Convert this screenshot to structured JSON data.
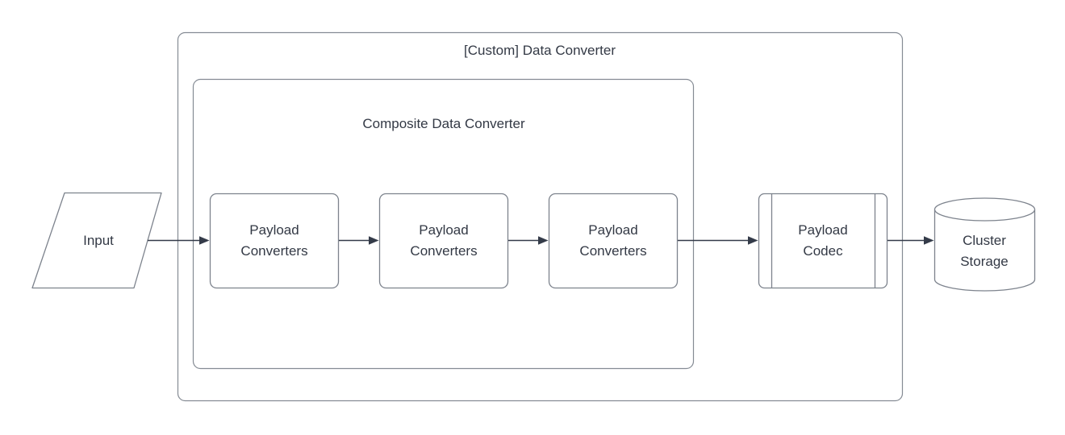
{
  "diagram": {
    "title_hint": "Data Converter flow diagram",
    "outer_container": {
      "label": "[Custom] Data Converter"
    },
    "inner_container": {
      "label": "Composite Data Converter"
    },
    "input": {
      "label": "Input",
      "shape": "parallelogram"
    },
    "payload_converters": [
      {
        "line1": "Payload",
        "line2": "Converters"
      },
      {
        "line1": "Payload",
        "line2": "Converters"
      },
      {
        "line1": "Payload",
        "line2": "Converters"
      }
    ],
    "payload_codec": {
      "line1": "Payload",
      "line2": "Codec",
      "shape": "predefined-process"
    },
    "cluster_storage": {
      "line1": "Cluster",
      "line2": "Storage",
      "shape": "cylinder"
    },
    "connections": [
      {
        "from": "input",
        "to": "payload-converters-1"
      },
      {
        "from": "payload-converters-1",
        "to": "payload-converters-2"
      },
      {
        "from": "payload-converters-2",
        "to": "payload-converters-3"
      },
      {
        "from": "payload-converters-3",
        "to": "payload-codec"
      },
      {
        "from": "payload-codec",
        "to": "cluster-storage"
      }
    ],
    "colors": {
      "background": "#ffffff",
      "shape_stroke": "#7d838d",
      "container_stroke": "#858b94",
      "arrow": "#343b49",
      "text": "#333945"
    }
  }
}
